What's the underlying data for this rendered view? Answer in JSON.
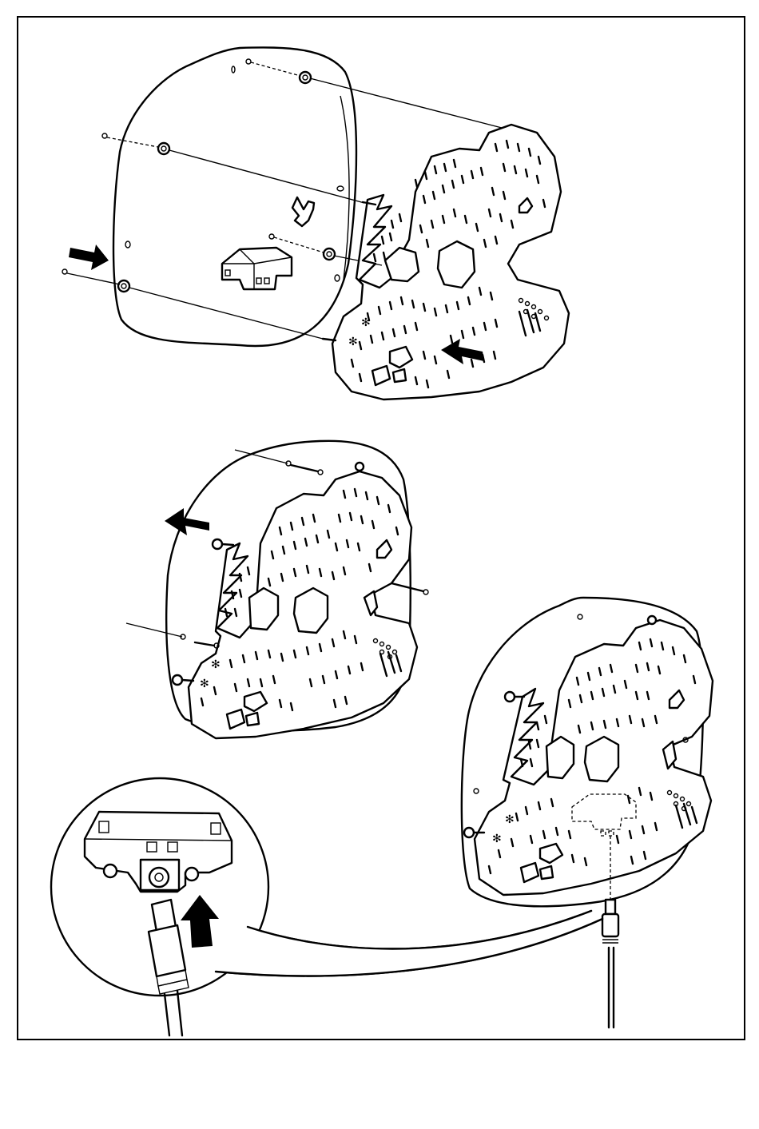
{
  "diagram": {
    "steps": [
      {
        "id": "step-1",
        "action": "attach-panel-to-wall-plate"
      },
      {
        "id": "step-2",
        "action": "screw-panel-to-wall"
      },
      {
        "id": "step-3",
        "action": "connect-power-cable"
      }
    ],
    "colors": {
      "line": "#000000",
      "background": "#ffffff"
    },
    "icons": [
      "arrow-icon",
      "screw-icon",
      "plug-icon",
      "connector-icon",
      "squirrel-icon",
      "flower-icon"
    ]
  }
}
